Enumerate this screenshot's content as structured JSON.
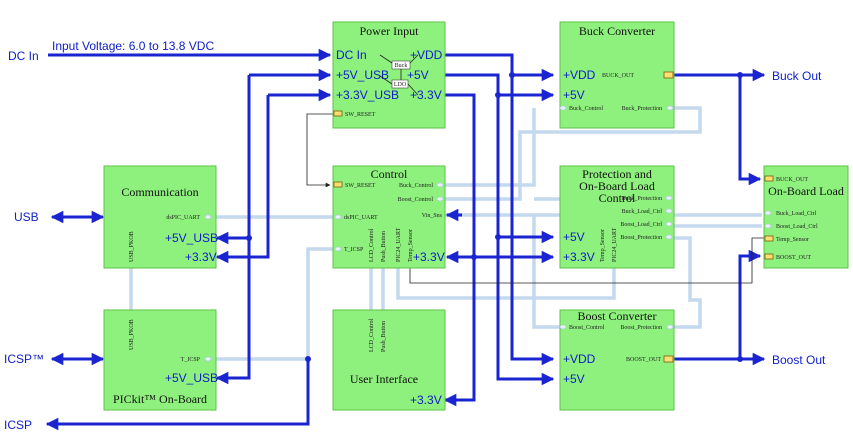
{
  "external": {
    "dc_in": "DC In",
    "input_voltage": "Input Voltage: 6.0 to 13.8 VDC",
    "usb": "USB",
    "icsp_tm": "ICSP™",
    "icsp": "ICSP",
    "buck_out": "Buck Out",
    "boost_out": "Boost Out"
  },
  "blocks": {
    "power_input": {
      "title": "Power Input",
      "dc_in": "DC In",
      "vdd": "+VDD",
      "buck": "Buck",
      "ldo": "LDO",
      "usb5": "+5V_USB",
      "p5": "+5V",
      "usb33": "+3.3V_USB",
      "p33": "+3.3V",
      "sw_reset": "SW_RESET"
    },
    "buck_converter": {
      "title": "Buck Converter",
      "vdd": "+VDD",
      "p5": "+5V",
      "buck_out": "BUCK_OUT",
      "buck_control": "Buck_Control",
      "buck_protection": "Buck_Protection"
    },
    "communication": {
      "title": "Communication",
      "dspic_uart": "dsPIC_UART",
      "usb_pkob": "USB_PKOB",
      "usb5": "+5V_USB",
      "p33": "+3.3V"
    },
    "control": {
      "title": "Control",
      "sw_reset": "SW_RESET",
      "buck_control": "Buck_Control",
      "boost_control": "Boost_Control",
      "dspic_uart": "dsPIC_UART",
      "vin_sns": "Vin_Sns",
      "t_icsp": "T_ICSP",
      "lcd_control": "LCD_Control",
      "push_button": "Push_Button",
      "pic24_uart": "PIC24_UART",
      "temp_sensor": "Temp_Sensor",
      "p33": "+3.3V"
    },
    "protection": {
      "title1": "Protection and",
      "title2": "On-Board Load",
      "title3": "Control",
      "buck_protection": "Buck_Protection",
      "buck_load_ctrl": "Buck_Load_Ctrl",
      "boost_load_ctrl": "Boost_Load_Ctrl",
      "boost_protection": "Boost_Protection",
      "temp_sensor": "Temp_Sensor",
      "pic24_uart": "PIC24_UART",
      "p5": "+5V",
      "p33": "+3.3V"
    },
    "onboard_load": {
      "title": "On-Board Load",
      "buck_out": "BUCK_OUT",
      "buck_load_ctrl": "Buck_Load_Ctrl",
      "boost_load_ctrl": "Boost_Load_Ctrl",
      "temp_sensor": "Temp_Sensor",
      "boost_out": "BOOST_OUT"
    },
    "pickit": {
      "title": "PICkit™ On-Board",
      "usb_pkob": "USB_PKOB",
      "t_icsp": "T_ICSP",
      "usb5": "+5V_USB"
    },
    "user_interface": {
      "title": "User Interface",
      "lcd_control": "LCD_Control",
      "push_button": "Push_Button",
      "p33": "+3.3V"
    },
    "boost_converter": {
      "title": "Boost Converter",
      "boost_control": "Boost_Control",
      "boost_protection": "Boost_Protection",
      "vdd": "+VDD",
      "p5": "+5V",
      "boost_out": "BOOST_OUT"
    }
  },
  "colors": {
    "block_fill": "#8ef07d",
    "power_net": "#1a24d0",
    "signal_net": "#c4d8ee",
    "port": "#ffe070"
  }
}
